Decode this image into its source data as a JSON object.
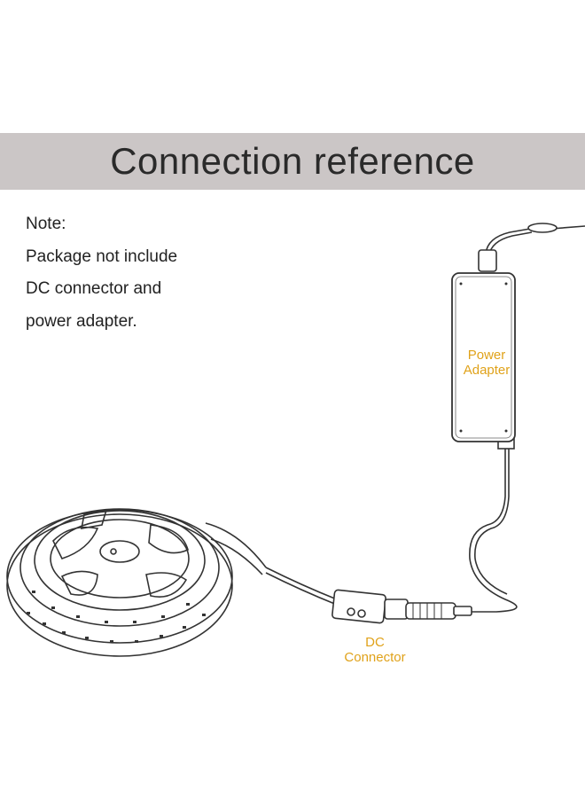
{
  "banner": {
    "title": "Connection reference",
    "color": "#cbc6c6"
  },
  "note": {
    "heading": "Note:",
    "lines": [
      "Package not include",
      "DC connector and",
      "power adapter."
    ]
  },
  "labels": {
    "power_adapter": [
      "Power",
      "Adapter"
    ],
    "dc_connector": [
      "DC",
      "Connector"
    ],
    "label_color": "#e0a21a"
  },
  "icons": [
    "led-strip-reel-icon",
    "dc-connector-icon",
    "power-adapter-icon",
    "cable-icon"
  ]
}
